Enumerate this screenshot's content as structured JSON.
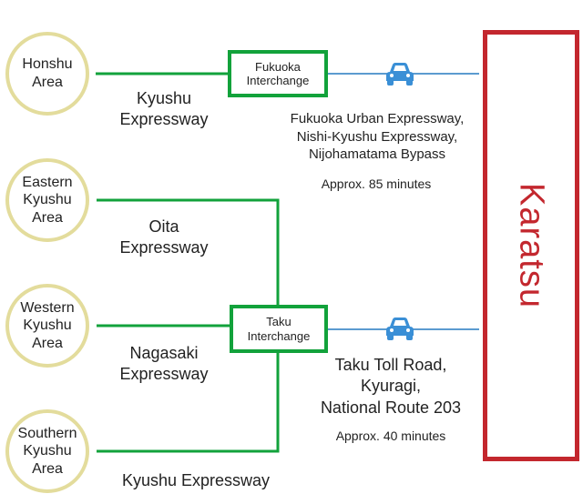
{
  "regions": {
    "honshu": "Honshu\nArea",
    "eastern_kyushu": "Eastern\nKyushu\nArea",
    "western_kyushu": "Western\nKyushu\nArea",
    "southern_kyushu": "Southern\nKyushu\nArea"
  },
  "interchanges": {
    "fukuoka": "Fukuoka\nInterchange",
    "taku": "Taku\nInterchange"
  },
  "expressways": {
    "kyushu_top": "Kyushu\nExpressway",
    "oita": "Oita\nExpressway",
    "nagasaki": "Nagasaki\nExpressway",
    "kyushu_bottom": "Kyushu Expressway"
  },
  "routes": {
    "fukuoka_route": "Fukuoka Urban Expressway,\nNishi-Kyushu Expressway,\nNijohamatama Bypass",
    "fukuoka_time": "Approx. 85 minutes",
    "taku_route": "Taku Toll Road,\nKyuragi,\nNational Route 203",
    "taku_time": "Approx. 40 minutes"
  },
  "destination": "Karatsu",
  "icons": {
    "car": "car-icon"
  },
  "colors": {
    "expressway_green": "#12a23b",
    "route_blue": "#5b9bd0",
    "car_blue": "#3a8fd6",
    "region_ring": "#e3dc9c",
    "destination_red": "#c3272e"
  }
}
